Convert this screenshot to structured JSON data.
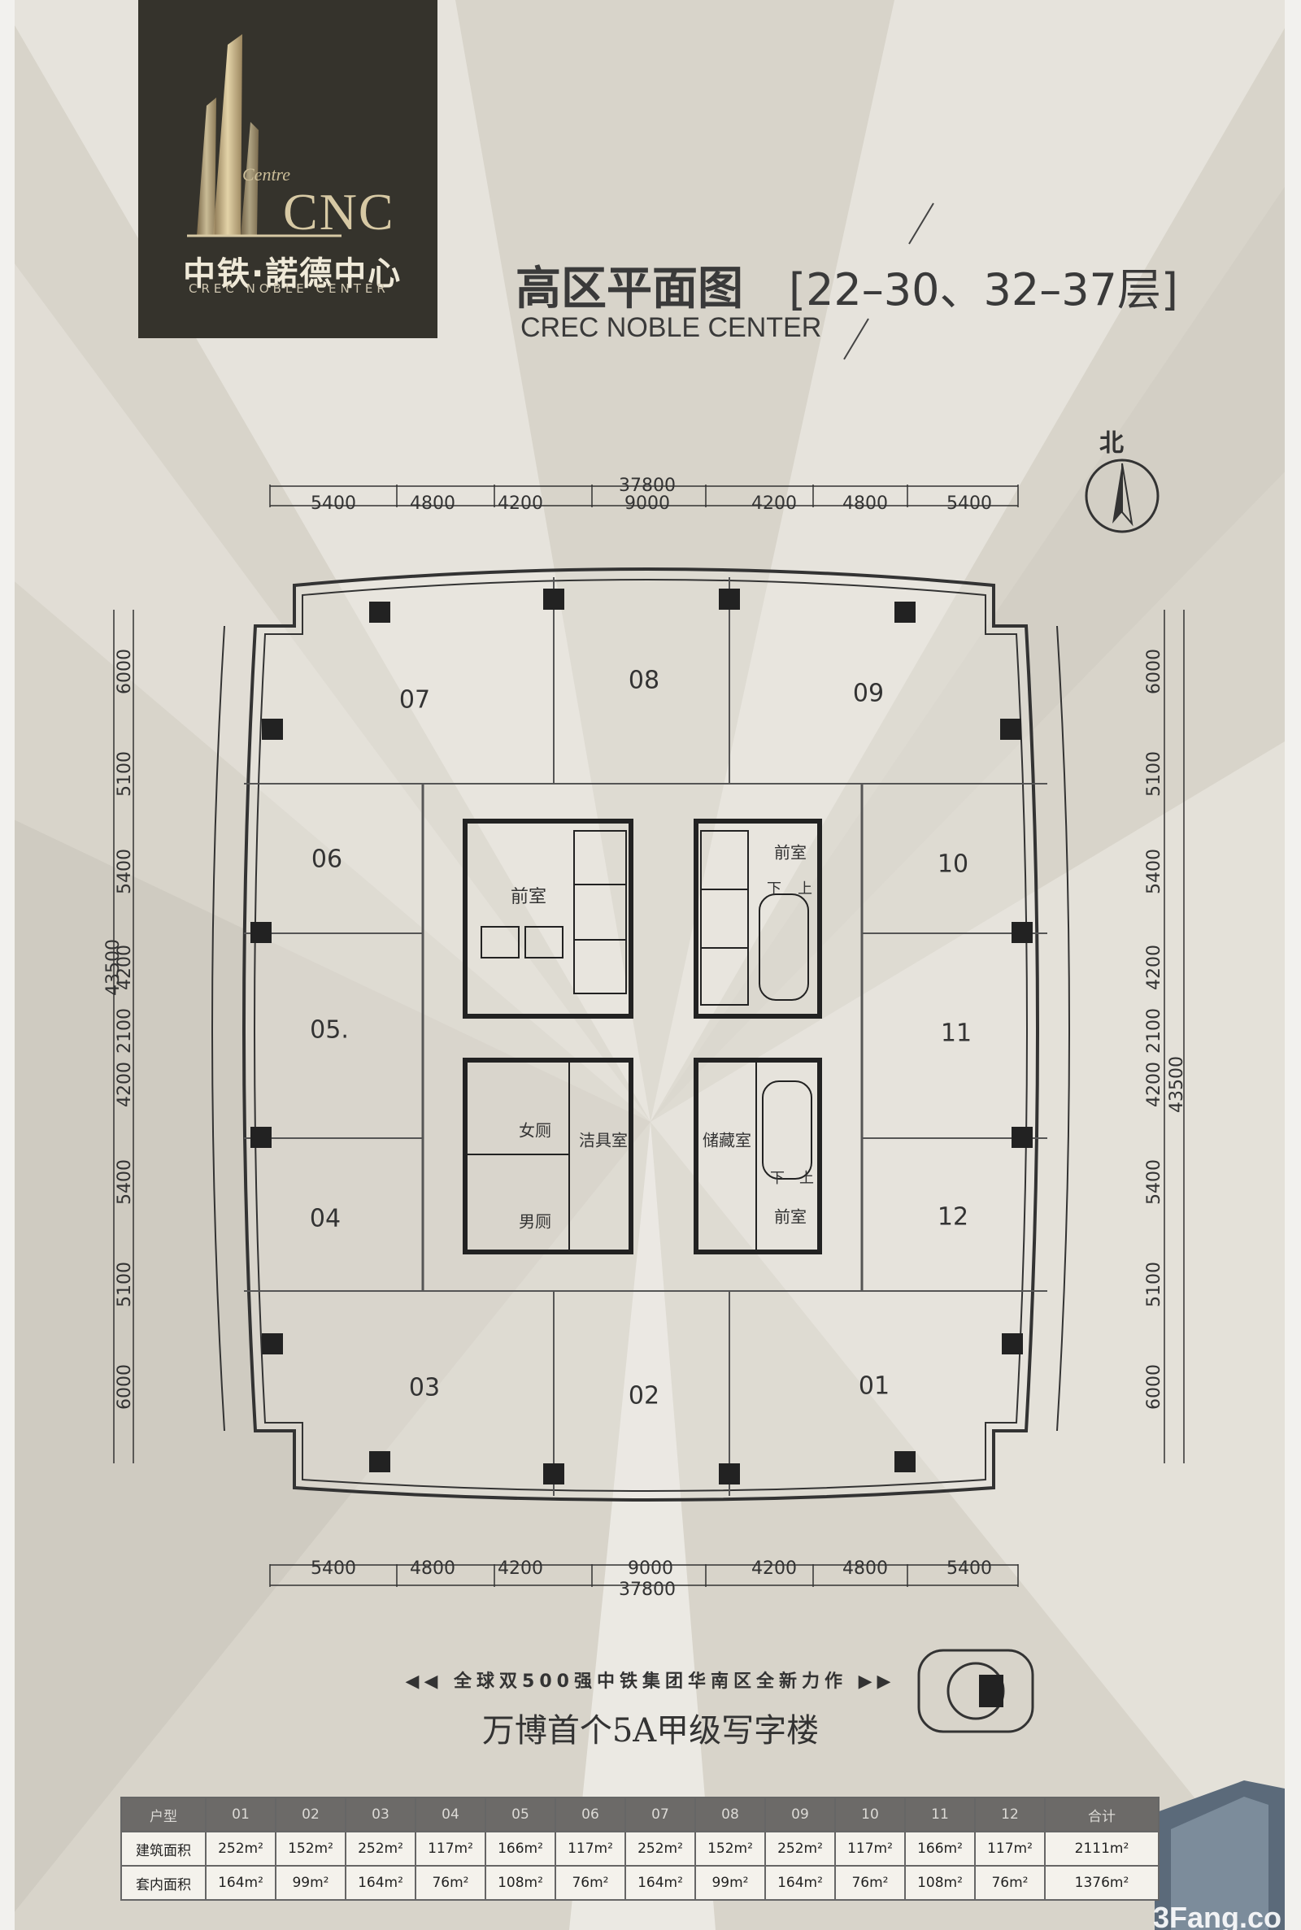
{
  "logo": {
    "brand": "CNC",
    "script": "Centre",
    "name_cn": "中铁·諾德中心",
    "name_en": "CREC NOBLE CENTER"
  },
  "header": {
    "title_cn": "高区平面图",
    "floors": "[22–30、32–37层]",
    "title_en": "CREC NOBLE CENTER"
  },
  "compass": {
    "label": "北"
  },
  "dimensions": {
    "top_total": "37800",
    "top": [
      "5400",
      "4800",
      "4200",
      "9000",
      "4200",
      "4800",
      "5400"
    ],
    "bottom_total": "37800",
    "bottom": [
      "5400",
      "4800",
      "4200",
      "9000",
      "4200",
      "4800",
      "5400"
    ],
    "left_total": "43500",
    "left": [
      "6000",
      "5100",
      "5400",
      "4200",
      "2100",
      "4200",
      "5400",
      "5100",
      "6000"
    ],
    "right_total": "43500",
    "right": [
      "6000",
      "5100",
      "5400",
      "4200",
      "2100",
      "4200",
      "5400",
      "5100",
      "6000"
    ]
  },
  "units": [
    "01",
    "02",
    "03",
    "04",
    "05.",
    "06",
    "07",
    "08",
    "09",
    "10",
    "11",
    "12"
  ],
  "core_rooms": {
    "lobby_a": "前室",
    "lobby_b": "前室",
    "lobby_c": "前室",
    "womens": "女厕",
    "mens": "男厕",
    "janitor": "洁具室",
    "storage": "储藏室",
    "stair_a_down": "下",
    "stair_a_up": "上",
    "stair_b_down": "下",
    "stair_b_up": "上"
  },
  "slogan": "全球双500强中铁集团华南区全新力作",
  "tagline": "万博首个5A甲级写字楼",
  "table": {
    "headers": [
      "户型",
      "01",
      "02",
      "03",
      "04",
      "05",
      "06",
      "07",
      "08",
      "09",
      "10",
      "11",
      "12",
      "合计"
    ],
    "rows": [
      {
        "label": "建筑面积",
        "values": [
          "252m²",
          "152m²",
          "252m²",
          "117m²",
          "166m²",
          "117m²",
          "252m²",
          "152m²",
          "252m²",
          "117m²",
          "166m²",
          "117m²",
          "2111m²"
        ]
      },
      {
        "label": "套内面积",
        "values": [
          "164m²",
          "99m²",
          "164m²",
          "76m²",
          "108m²",
          "76m²",
          "164m²",
          "99m²",
          "164m²",
          "76m²",
          "108m²",
          "76m²",
          "1376m²"
        ]
      }
    ]
  },
  "watermark": "3Fang.co"
}
